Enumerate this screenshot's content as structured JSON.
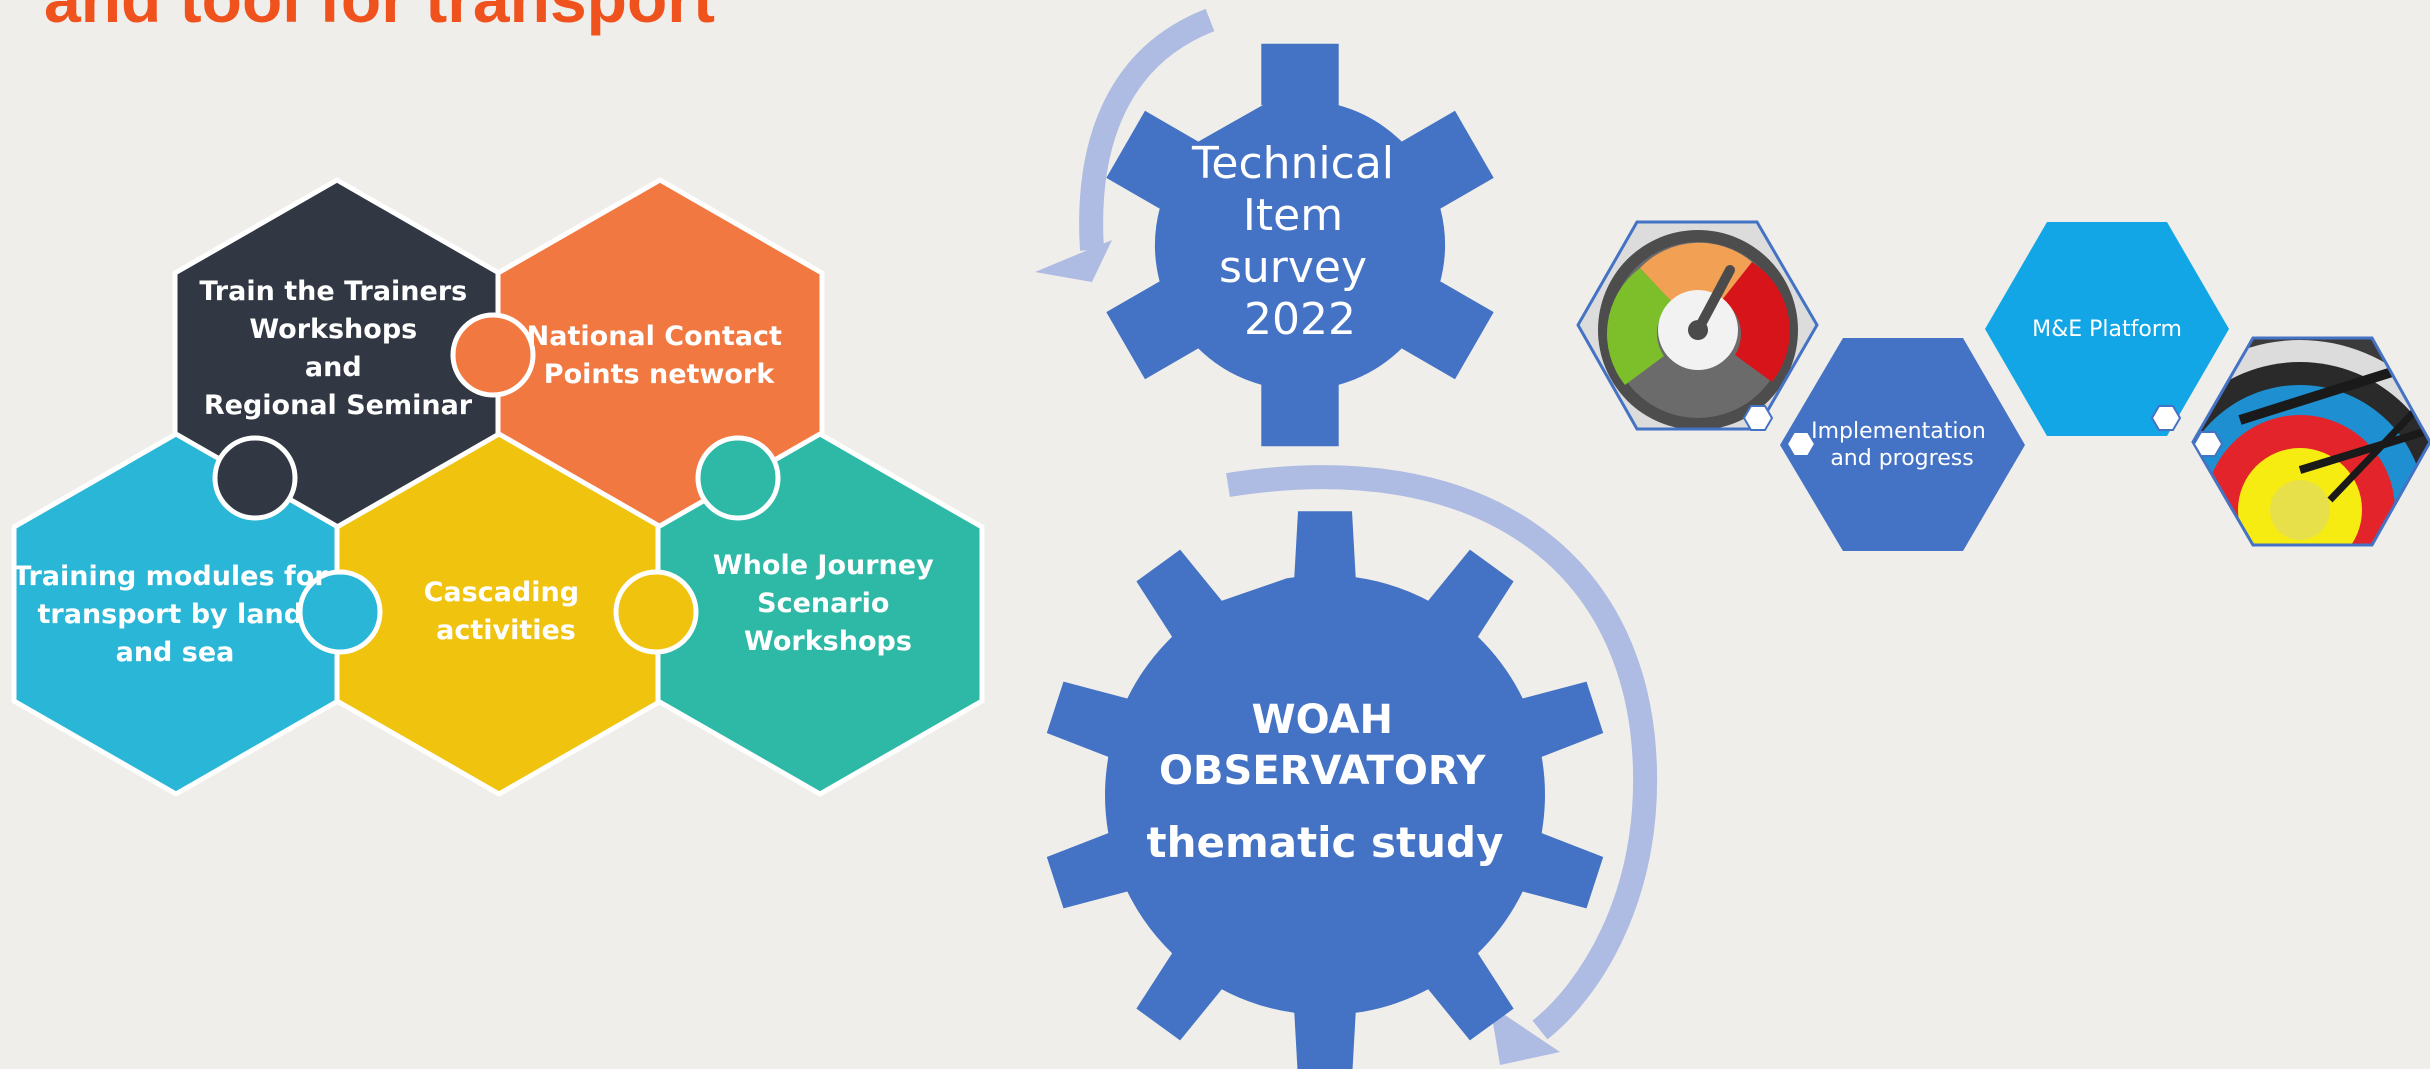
{
  "title": {
    "visible_text": "and tool for transport",
    "color": "#f0521e"
  },
  "puzzle": {
    "train_trainers": {
      "lines": [
        "Train the Trainers",
        "Workshops",
        "and",
        "Regional Seminar"
      ],
      "color": "#323843"
    },
    "national_contact": {
      "lines": [
        "National Contact",
        "Points network"
      ],
      "color": "#f27841"
    },
    "training_modules": {
      "lines": [
        "Training modules for",
        "transport by land",
        "and sea"
      ],
      "color": "#2ab6d6"
    },
    "cascading": {
      "lines": [
        "Cascading",
        "activities"
      ],
      "color": "#f0c30f"
    },
    "whole_journey": {
      "lines": [
        "Whole Journey",
        "Scenario",
        "Workshops"
      ],
      "color": "#2db9a6"
    }
  },
  "gears": {
    "technical": {
      "lines": [
        "Technical",
        "Item",
        "survey",
        "2022"
      ],
      "color": "#4472c4"
    },
    "observatory": {
      "lines": [
        "WOAH",
        "OBSERVATORY",
        "thematic study"
      ],
      "color": "#4472c4"
    },
    "arrow_color": "#aebbe2"
  },
  "hex_chain": {
    "implementation": {
      "lines": [
        "Implementation",
        "and progress"
      ],
      "color": "#4472c4"
    },
    "me_platform": {
      "lines": [
        "M&E Platform"
      ],
      "color": "#13a6e6"
    },
    "gauge_icon": "gauge-icon",
    "target_icon": "archery-target-icon"
  }
}
